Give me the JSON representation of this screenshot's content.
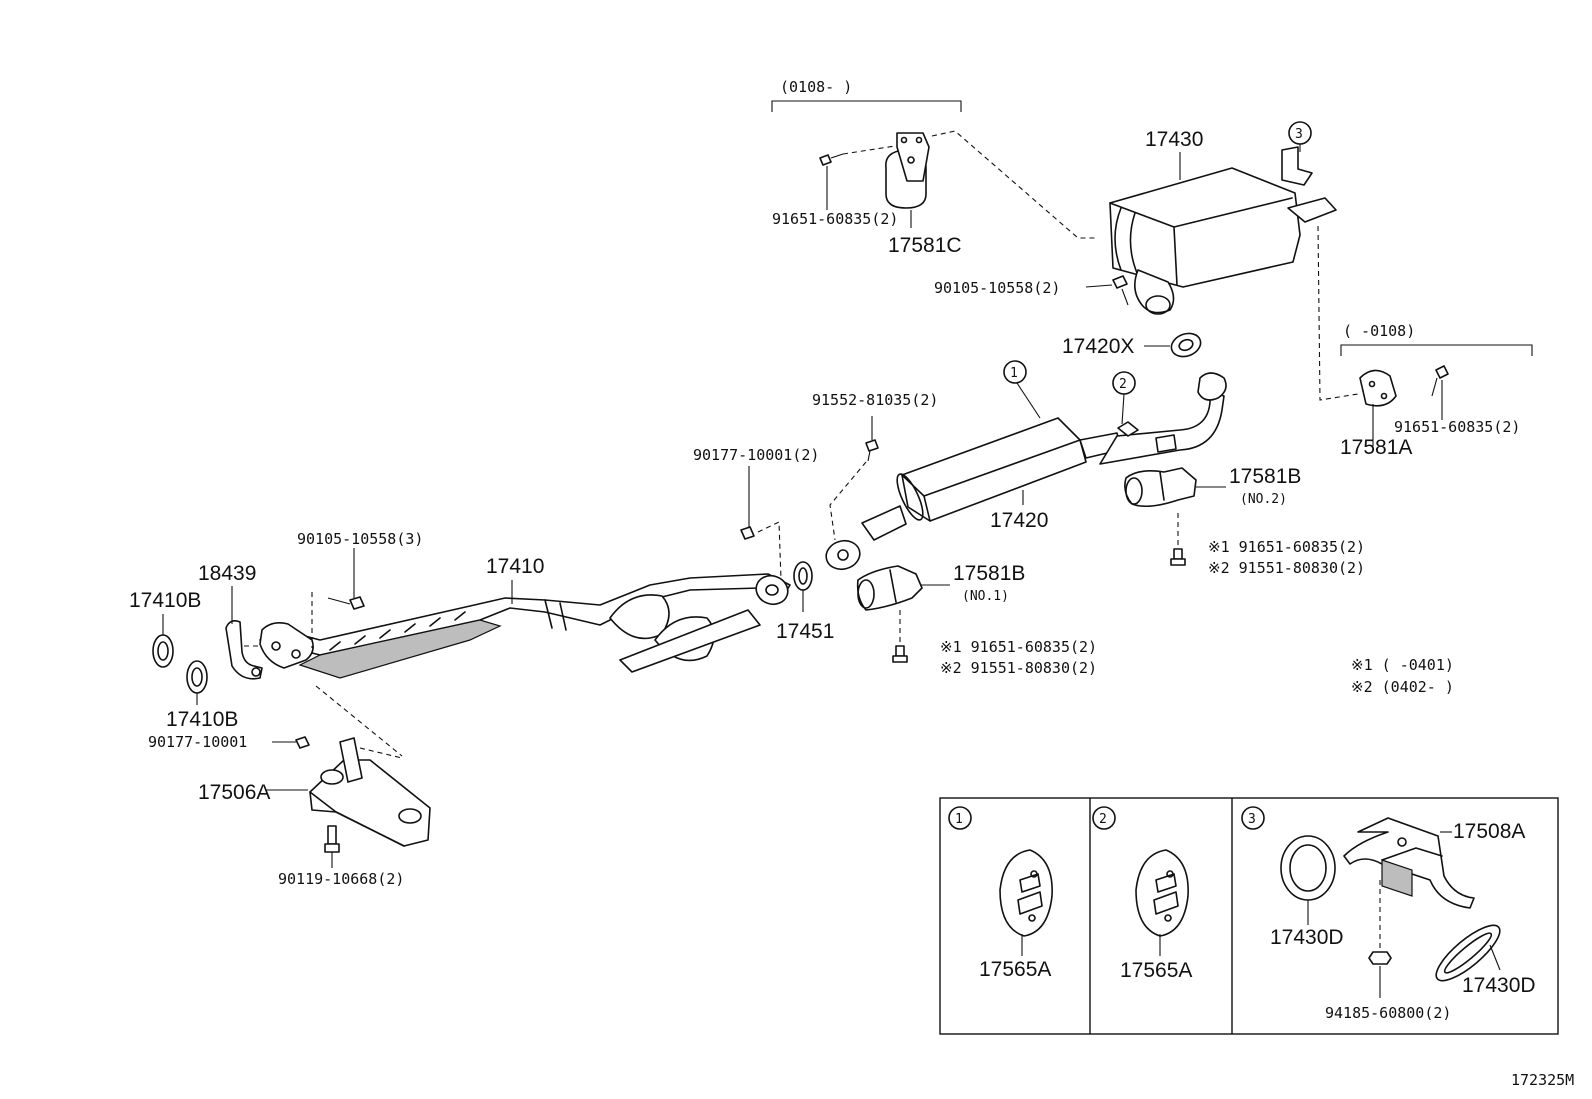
{
  "diagram": {
    "labels": {
      "p17430": "17430",
      "p17581C": "17581C",
      "b91651_top": "91651-60835(2)",
      "range_top": "(0108-      )",
      "b90105_top": "90105-10558(2)",
      "p17420X": "17420X",
      "range_right": "(      -0108)",
      "p17581A": "17581A",
      "b91651_right": "91651-60835(2)",
      "b91552": "91552-81035(2)",
      "b90177_mid": "90177-10001(2)",
      "p17420": "17420",
      "p17581B_no2": "17581B",
      "no2": "(NO.2)",
      "n1_right": "※1 91651-60835(2)",
      "n2_right": "※2 91551-80830(2)",
      "p17581B_no1": "17581B",
      "no1": "(NO.1)",
      "n1_mid": "※1 91651-60835(2)",
      "n2_mid": "※2 91551-80830(2)",
      "p17451": "17451",
      "b90105_left": "90105-10558(3)",
      "p17410": "17410",
      "p18439": "18439",
      "p17410B_a": "17410B",
      "p17410B_b": "17410B",
      "b90177_left": "90177-10001",
      "p17506A": "17506A",
      "b90119": "90119-10668(2)",
      "note1": "※1 (       -0401)",
      "note2": "※2 (0402-       )",
      "inset1_no": "1",
      "inset2_no": "2",
      "inset3_no": "3",
      "callout1": "1",
      "callout2": "2",
      "callout3": "3",
      "inset1_part": "17565A",
      "inset2_part": "17565A",
      "inset3_17508A": "17508A",
      "inset3_17430D_a": "17430D",
      "inset3_17430D_b": "17430D",
      "inset3_94185": "94185-60800(2)",
      "figure_no": "172325M"
    }
  }
}
